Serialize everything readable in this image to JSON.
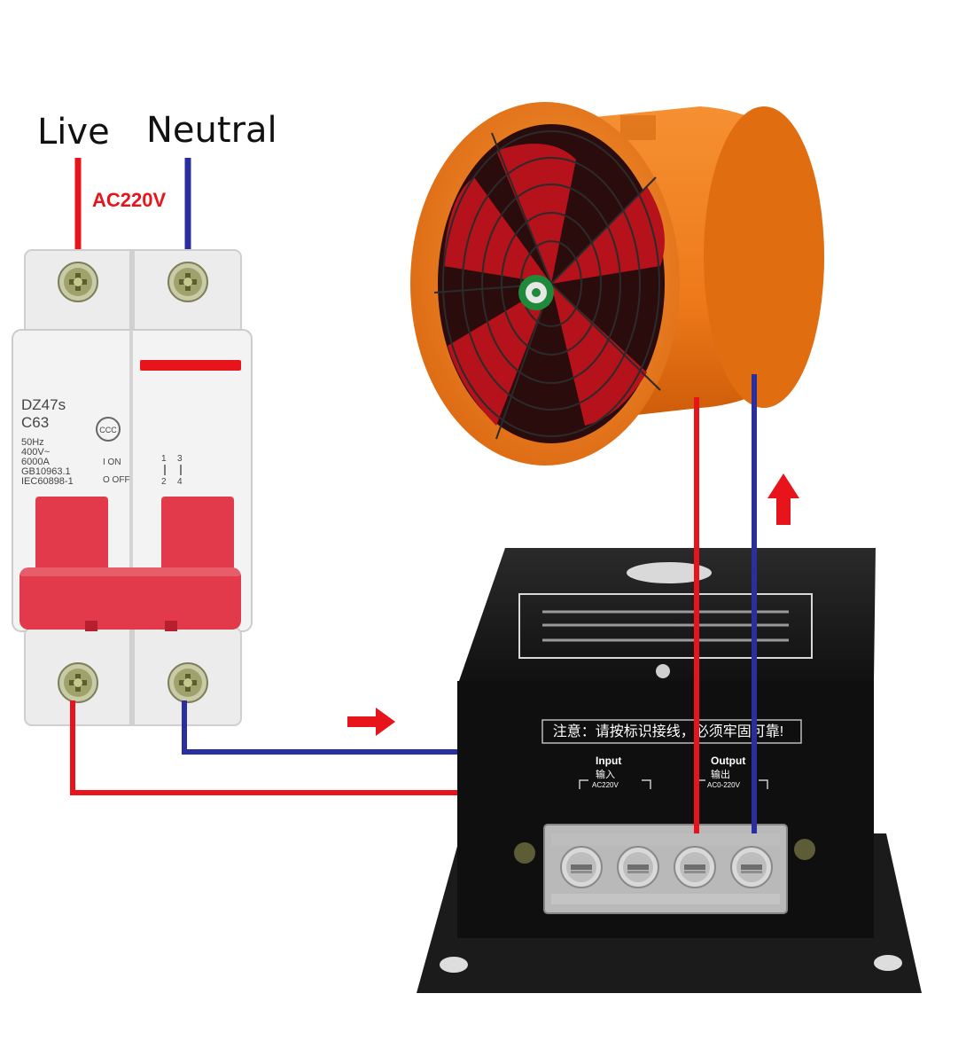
{
  "labels": {
    "live": "Live",
    "neutral": "Neutral",
    "supply": "AC220V"
  },
  "breaker": {
    "model": "DZ47s",
    "rating": "C63",
    "spec_lines": [
      "50Hz",
      "400V~",
      "6000A",
      "GB10963.1",
      "IEC60898-1"
    ],
    "on_label": "I ON",
    "off_label": "O OFF",
    "cert_mark": "CCC",
    "terminal_marks": [
      "1",
      "3",
      "2",
      "4"
    ]
  },
  "controller": {
    "notice": "注意：请按标识接线，必须牢固可靠!",
    "input_label_en": "Input",
    "input_label_cn": "输入",
    "input_voltage": "AC220V",
    "output_label_en": "Output",
    "output_label_cn": "输出",
    "output_voltage": "AC0-220V"
  },
  "colors": {
    "live_wire": "#e8141c",
    "neutral_wire": "#2b2f9e",
    "arrow": "#e8141c",
    "supply_text": "#e8141c",
    "fan_housing": "#f07c1c",
    "fan_blades": "#b5121b",
    "breaker_handle": "#e23a4a",
    "controller_body": "#141414"
  },
  "icons": [
    "screw-terminal-icon",
    "arrow-right-icon",
    "arrow-up-icon",
    "certification-mark-icon"
  ]
}
